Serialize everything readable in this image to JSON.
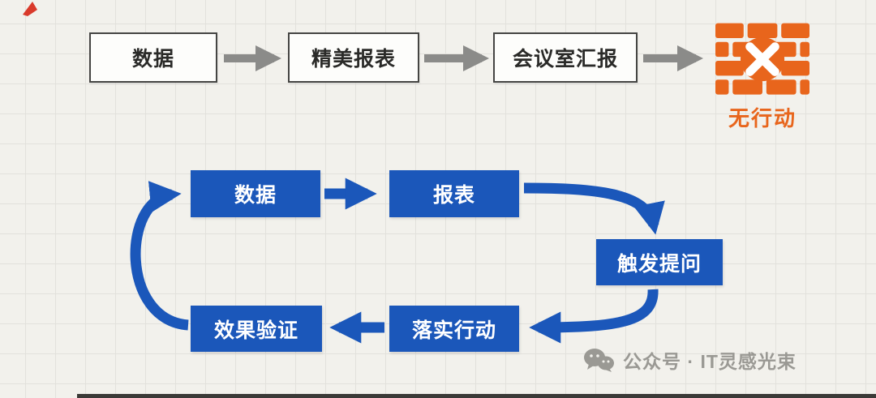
{
  "top_flow": {
    "steps": [
      {
        "label": "数据"
      },
      {
        "label": "精美报表"
      },
      {
        "label": "会议室汇报"
      }
    ],
    "result": {
      "label": "无行动",
      "icon": "firewall-x-icon"
    }
  },
  "cycle": {
    "nodes": [
      {
        "id": "data",
        "label": "数据"
      },
      {
        "id": "report",
        "label": "报表"
      },
      {
        "id": "question",
        "label": "触发提问"
      },
      {
        "id": "action",
        "label": "落实行动"
      },
      {
        "id": "verify",
        "label": "效果验证"
      }
    ]
  },
  "watermark": {
    "icon": "wechat-icon",
    "text": "公众号 · IT灵感光束"
  },
  "colors": {
    "background": "#f2f1ec",
    "grid_line": "#e2e1dc",
    "box_border": "#454543",
    "gray_arrow": "#8b8b89",
    "cycle_blue": "#1b57ba",
    "alert_orange": "#e8651c",
    "watermark_gray": "#9a9994"
  }
}
